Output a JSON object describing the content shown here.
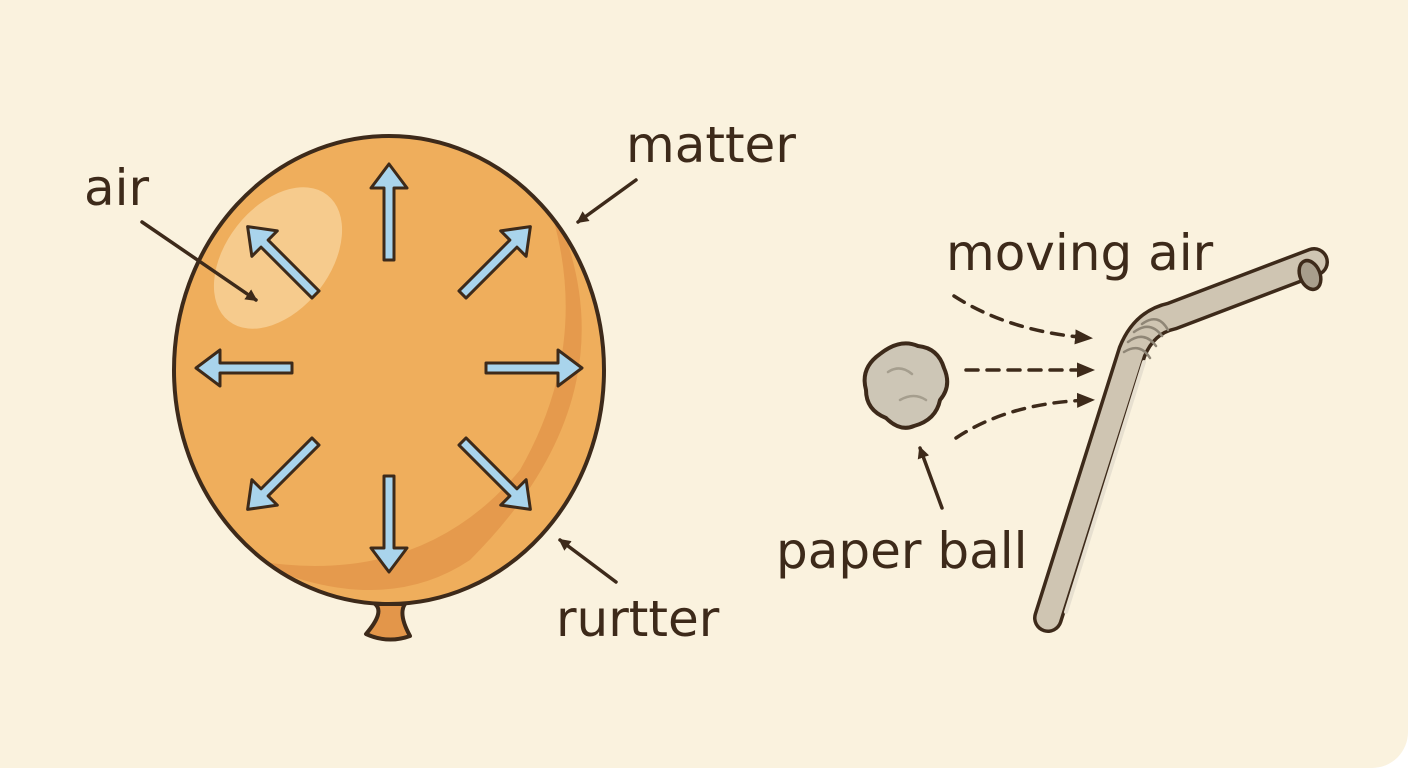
{
  "labels": {
    "air": "air",
    "matter": "matter",
    "rurtter": "rurtter",
    "moving_air": "moving air",
    "paper_ball": "paper ball"
  },
  "colors": {
    "background": "#faf2de",
    "balloon": "#efae5c",
    "balloon_shade": "#e3964a",
    "outline": "#3d2a1a",
    "pressure_arrow": "#a9d4ec",
    "straw": "#cfc5b2",
    "paper_ball": "#cdc6b6"
  },
  "icons": {
    "pressure_arrows": "arrow-icon",
    "label_pointers": "pointer-arrow-icon",
    "airflow": "dashed-arrow-icon"
  }
}
